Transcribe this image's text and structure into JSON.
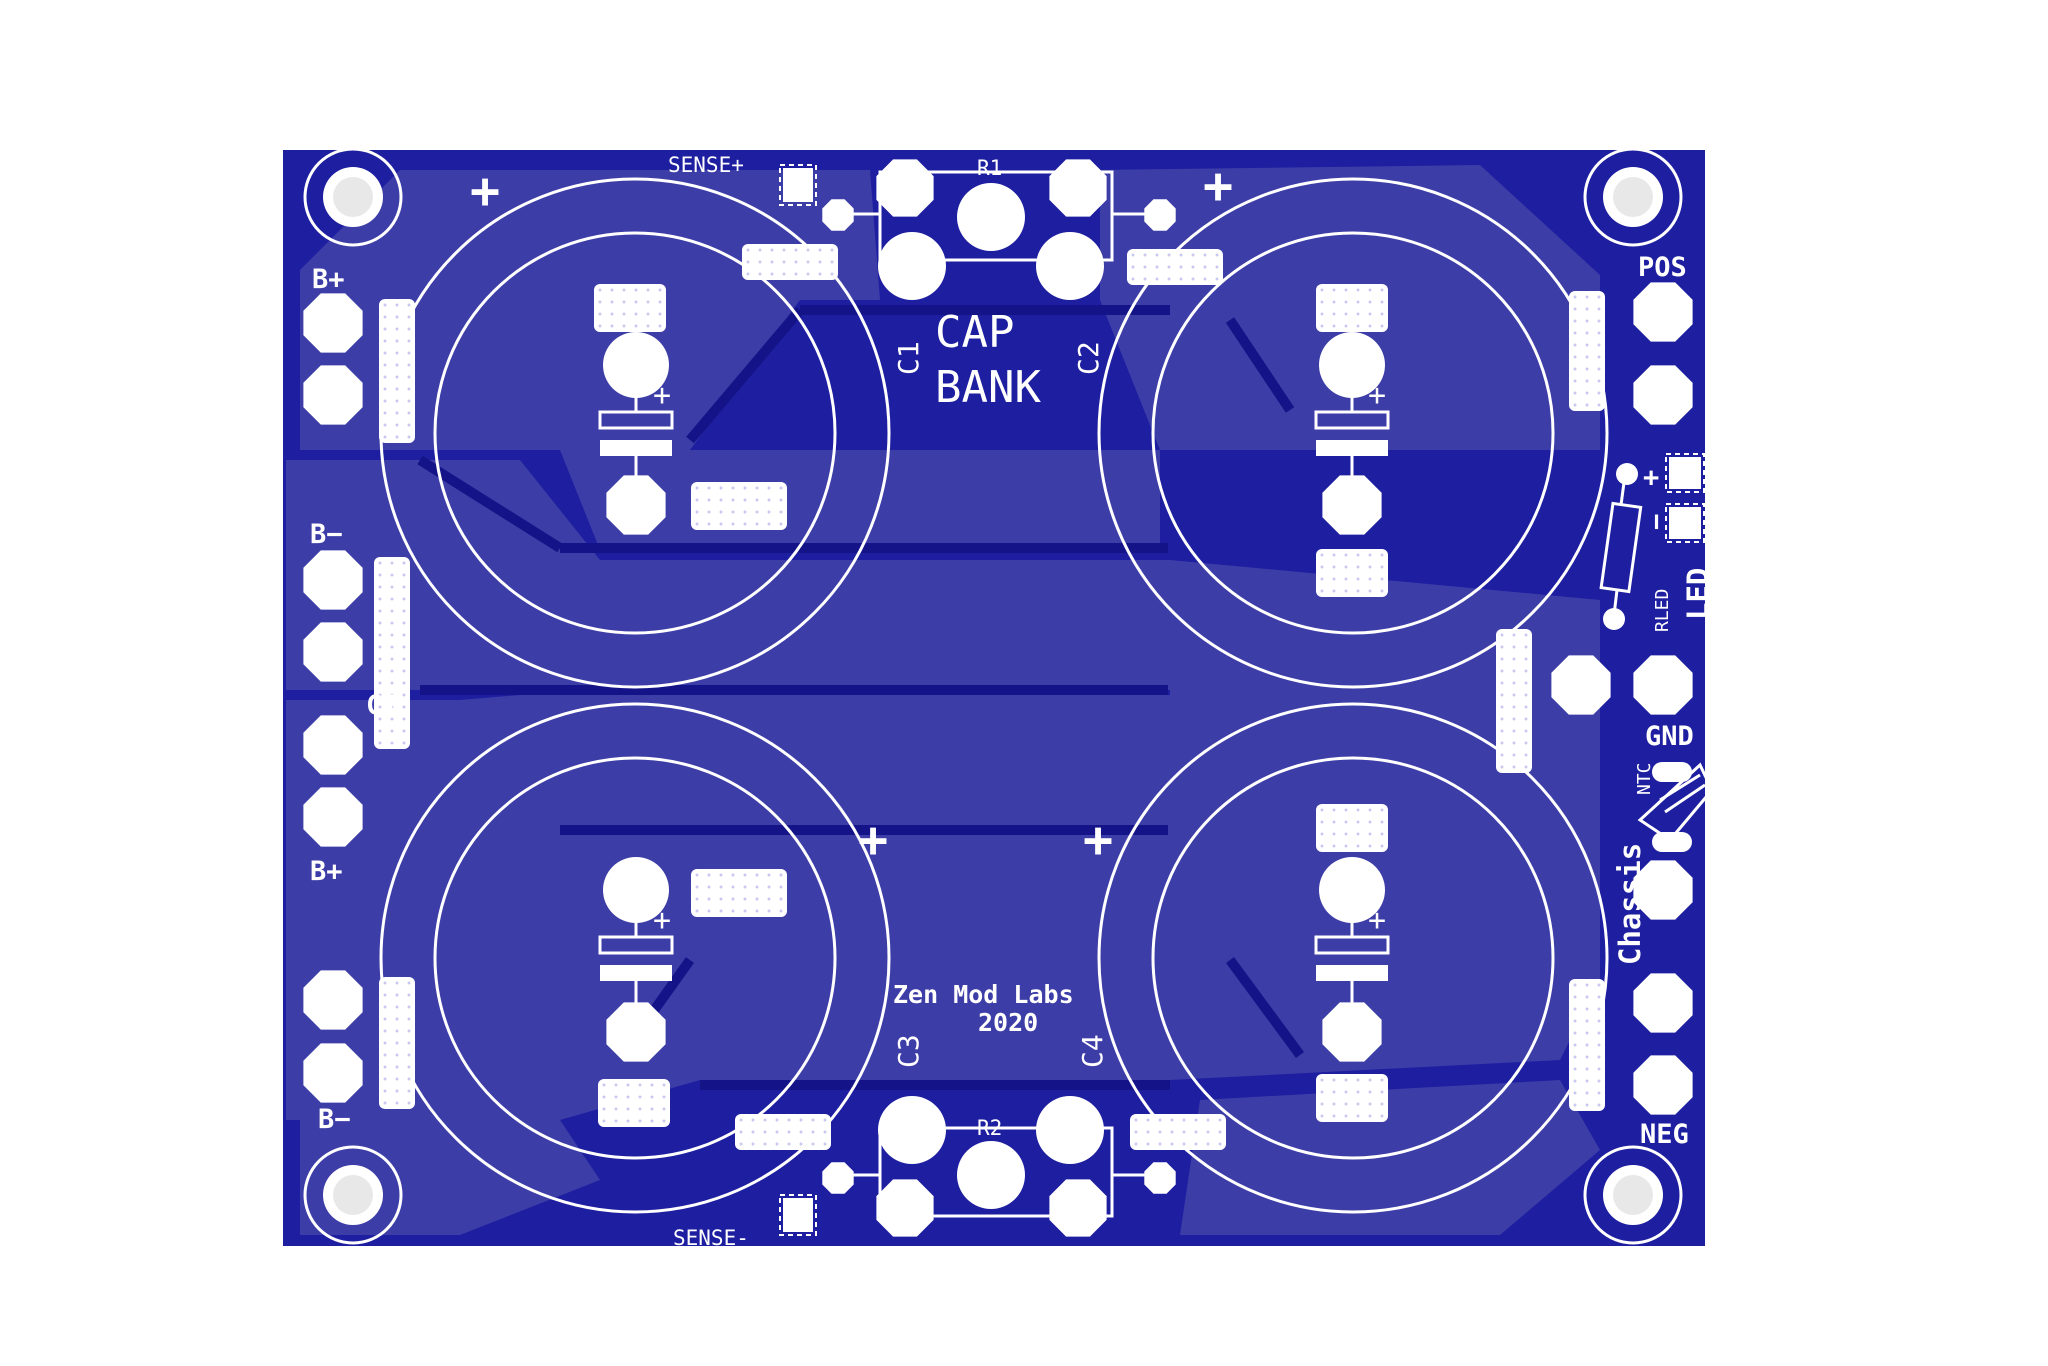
{
  "board": {
    "title_line1": "CAP",
    "title_line2": "BANK",
    "maker": "Zen Mod Labs",
    "year": "2020",
    "colors": {
      "background": "#ffffff",
      "substrate": "#1e1ea0",
      "copper_pour": "#3d3da8",
      "trace": "#141488",
      "silkscreen": "#ffffff",
      "pad": "#ffffff"
    }
  },
  "labels": {
    "sense_plus": "SENSE+",
    "sense_minus": "SENSE-",
    "r1": "R1",
    "r2": "R2",
    "c1": "C1",
    "c2": "C2",
    "c3": "C3",
    "c4": "C4",
    "b_plus": "B+",
    "b_minus": "B−",
    "ct": "CT",
    "pos": "POS",
    "neg": "NEG",
    "gnd": "GND",
    "chassis": "Chassis",
    "ntc": "NTC",
    "rled": "RLED",
    "led": "LED",
    "plus_sign": "+",
    "minus_sign": "−"
  }
}
